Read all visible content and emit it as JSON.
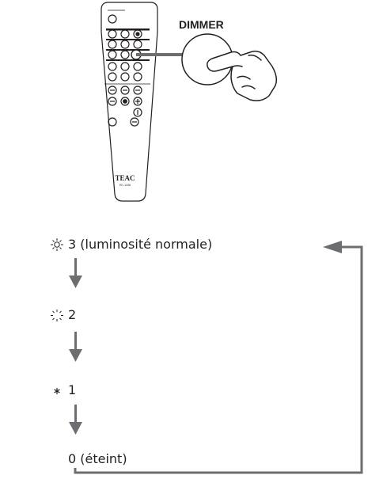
{
  "callout": {
    "button_label": "DIMMER"
  },
  "remote": {
    "brand": "TEAC",
    "model": "RC-1338"
  },
  "levels": [
    {
      "label": "3 (luminosité normale)",
      "icon": "sun-bright-icon"
    },
    {
      "label": "2",
      "icon": "sun-medium-icon"
    },
    {
      "label": "1",
      "icon": "asterisk-dim-icon"
    },
    {
      "label": "0 (éteint)",
      "icon": null
    }
  ],
  "colors": {
    "arrow": "#6d6e71",
    "line": "#231f20",
    "text": "#231f20"
  }
}
